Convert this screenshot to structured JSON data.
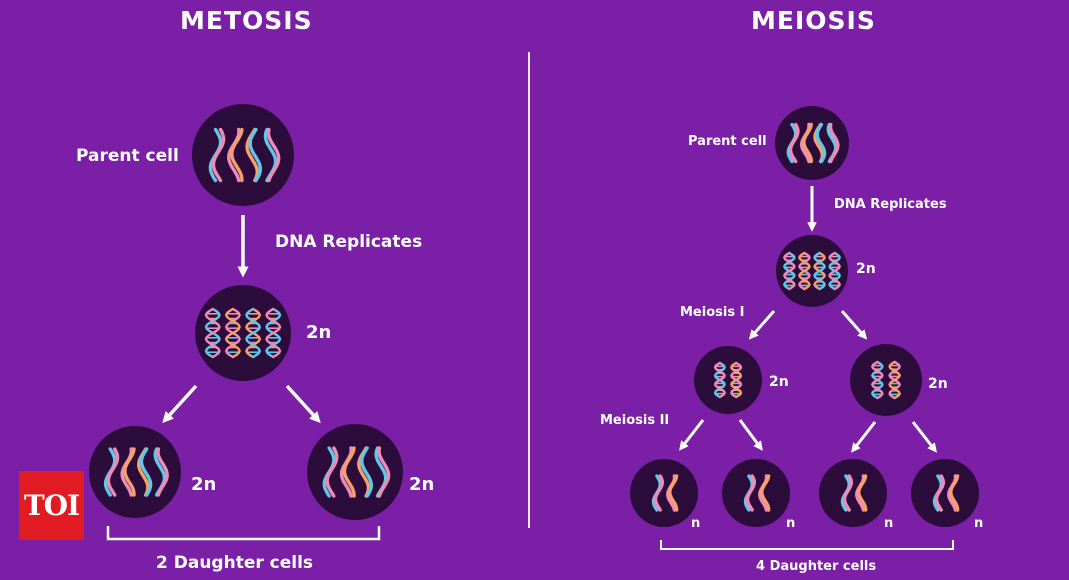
{
  "mitosis": {
    "title": "METOSIS",
    "parent_label": "Parent cell",
    "replicate_label": "DNA Replicates",
    "ploidy_2n": "2n",
    "daughter_label": "2 Daughter cells"
  },
  "meiosis": {
    "title": "MEIOSIS",
    "parent_label": "Parent cell",
    "replicate_label": "DNA Replicates",
    "ploidy_2n": "2n",
    "ploidy_n": "n",
    "meiosis1_label": "Meiosis I",
    "meiosis2_label": "Meiosis II",
    "daughter_label": "4 Daughter cells"
  },
  "logo": {
    "text": "TOI"
  },
  "colors": {
    "background": "#7a1fa6",
    "cell": "#2c0c3a",
    "arrow": "#ffffff",
    "logo": "#e01b22",
    "dna_blue": "#5fc8e8",
    "dna_pink": "#f08ab8",
    "dna_orange": "#f6a06a"
  }
}
